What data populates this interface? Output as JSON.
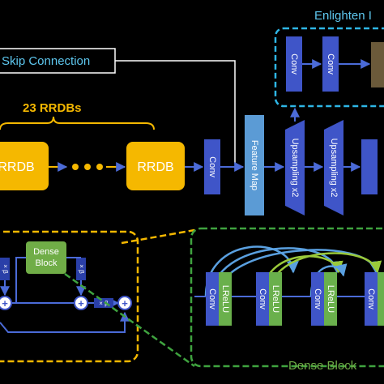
{
  "labels": {
    "enlighten_title": "Enlighten I",
    "skip_connection": "Skip Connection",
    "rrdb_count": "23 RRDBs",
    "rrdb_a": "RRDB",
    "rrdb_b": "RRDB",
    "conv_main": "Conv",
    "feature_map": "Feature Map",
    "upsampling_1": "Upsampling x2",
    "upsampling_2": "Upsampling x2",
    "enlighten_conv_1": "Conv",
    "enlighten_conv_2": "Conv",
    "dense_block_inner": [
      "Dense",
      "Block"
    ],
    "beta_1": "× β",
    "beta_2": "× β",
    "beta_3": "× β",
    "plus": "+",
    "lrelu": "LReLU",
    "conv": "Conv",
    "dense_block_caption": "Dense Block"
  },
  "colors": {
    "background": "#000000",
    "rrdb": "#f5b800",
    "conv_blue": "#3f55c8",
    "feature_map": "#5b9bd5",
    "lrelu_green": "#6ab04c",
    "dense_green": "#70ad47",
    "dashed_cyan": "#2eb6e6",
    "dashed_yellow": "#f5b800",
    "dashed_green": "#3fa33f",
    "arrow_blue": "#4b6bd8",
    "arc_cyan": "#5aa0e0",
    "arc_green": "#9ac93a"
  }
}
